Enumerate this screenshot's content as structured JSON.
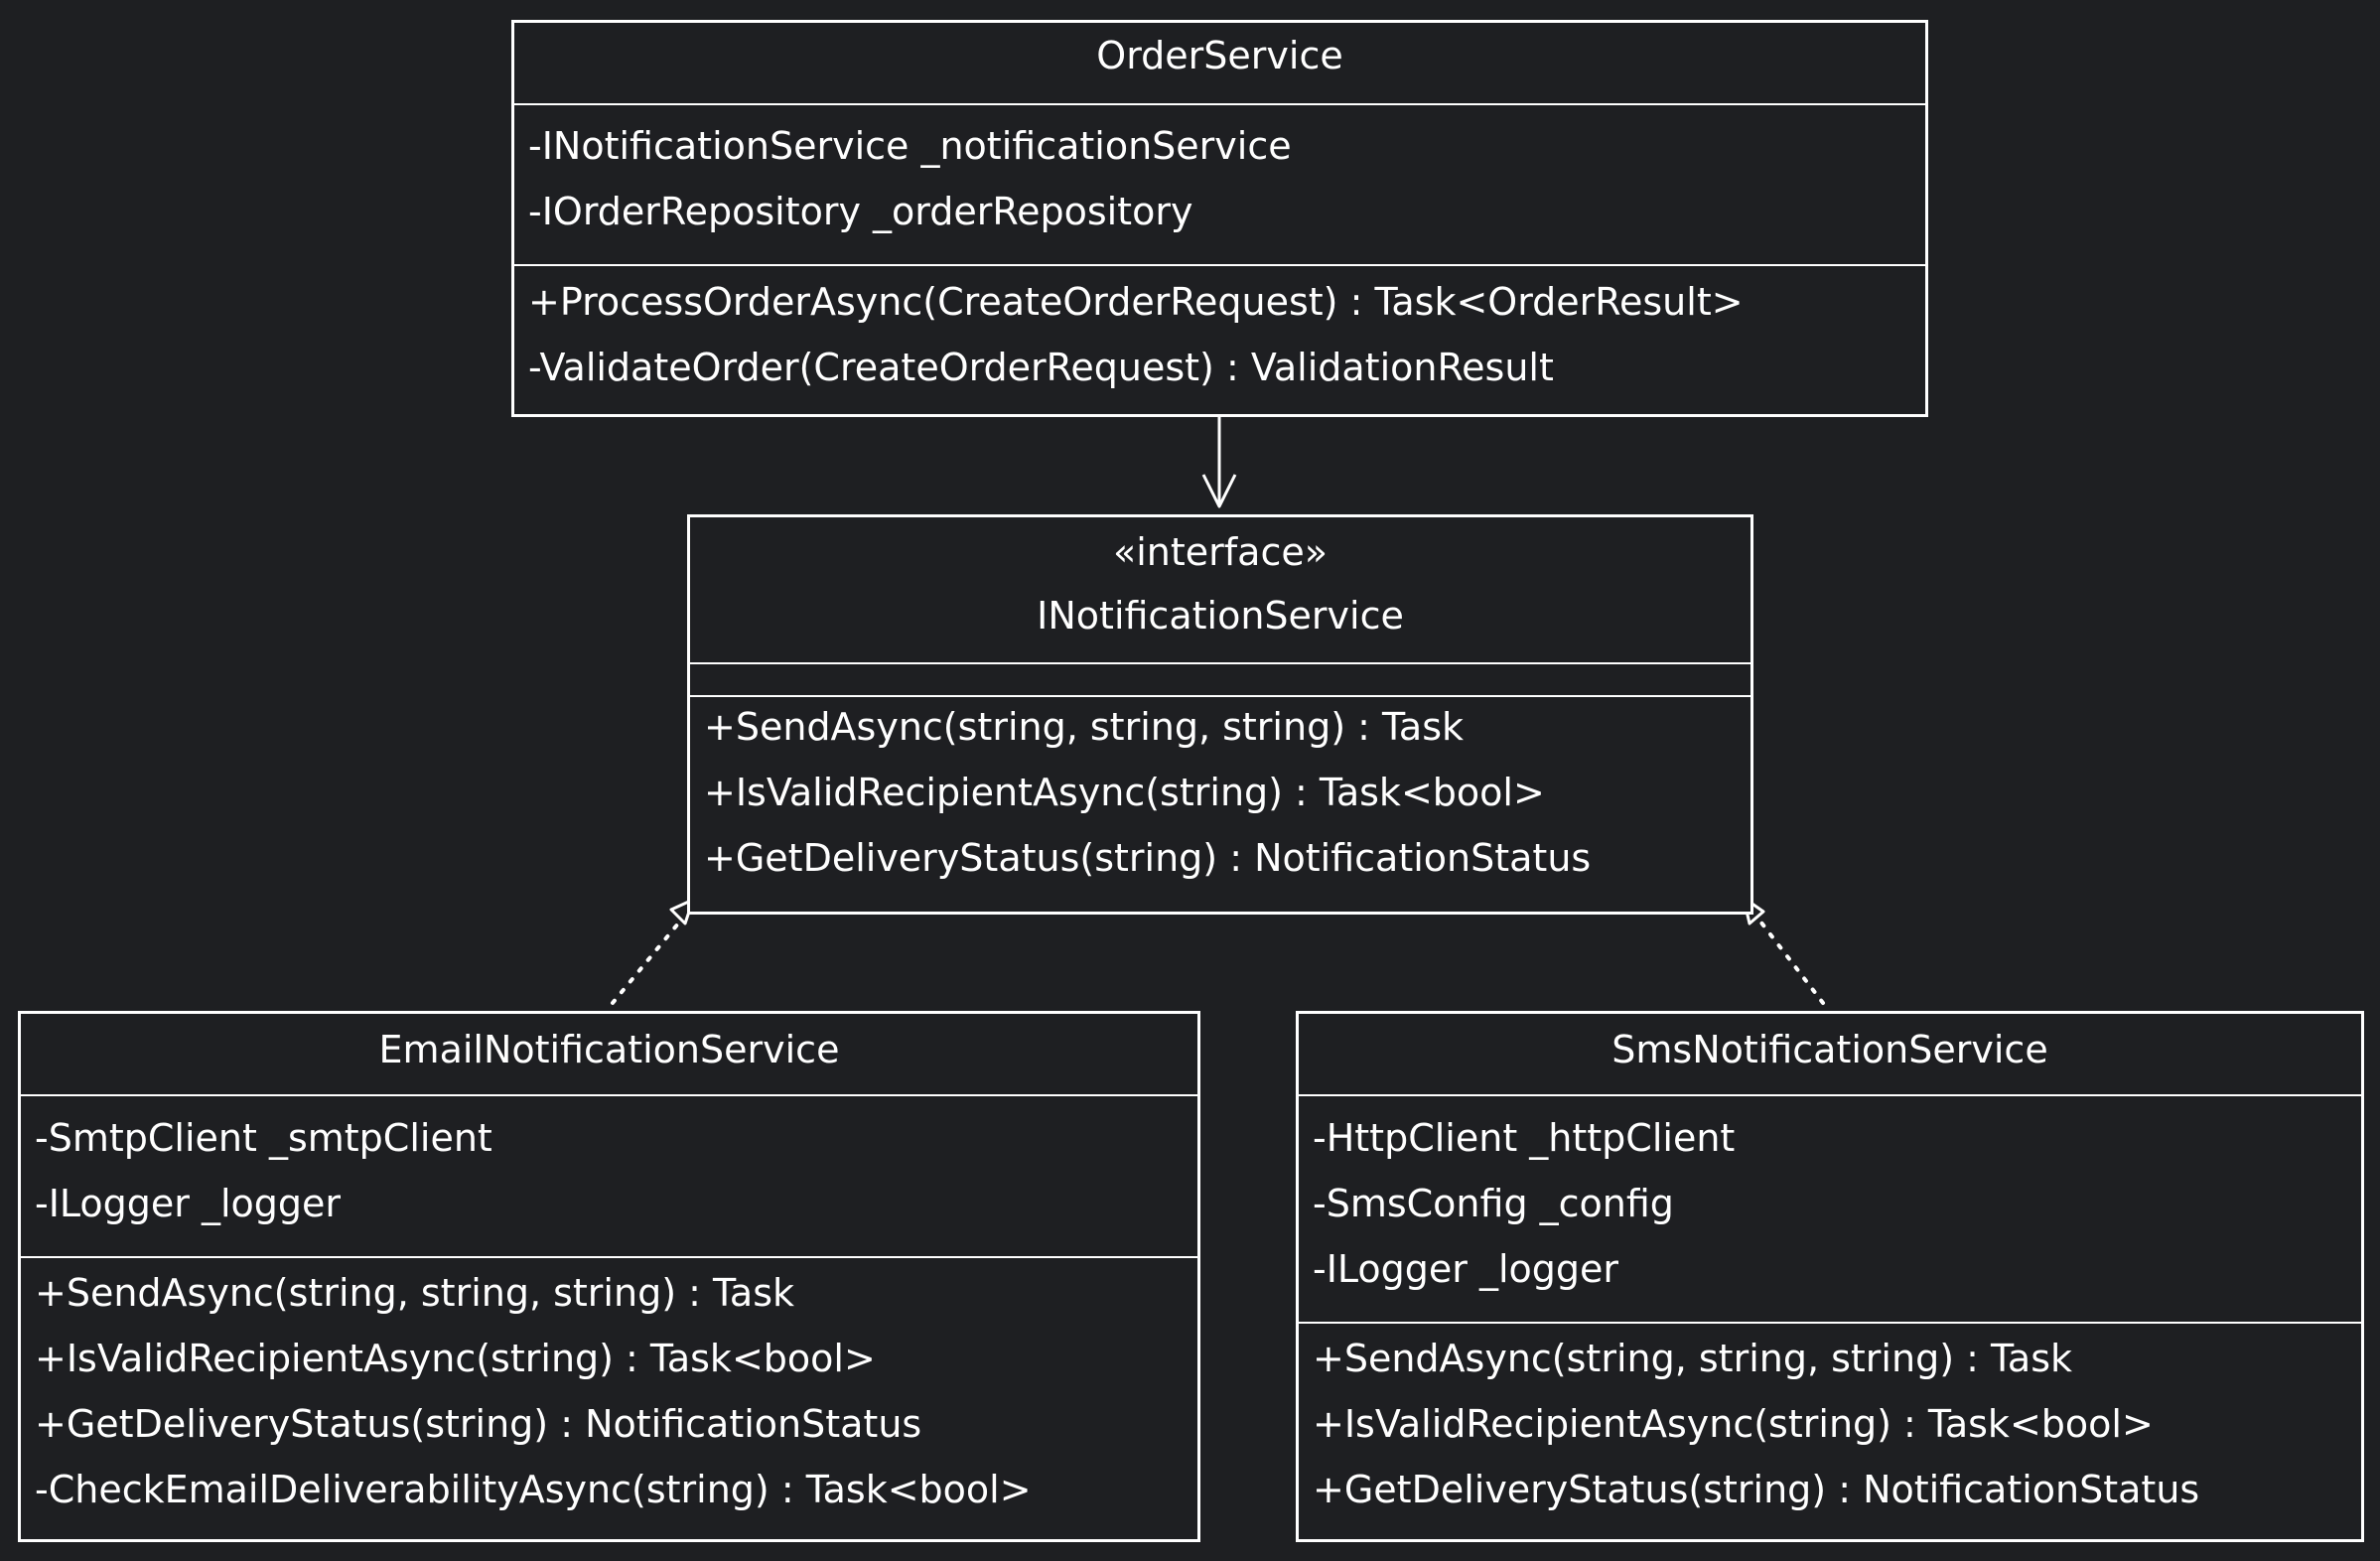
{
  "classes": {
    "order_service": {
      "name": "OrderService",
      "fields": [
        "-INotificationService _notificationService",
        "-IOrderRepository _orderRepository"
      ],
      "methods": [
        "+ProcessOrderAsync(CreateOrderRequest) : Task<OrderResult>",
        "-ValidateOrder(CreateOrderRequest) : ValidationResult"
      ]
    },
    "notification_interface": {
      "stereotype": "«interface»",
      "name": "INotificationService",
      "fields": [],
      "methods": [
        "+SendAsync(string, string, string) : Task",
        "+IsValidRecipientAsync(string) : Task<bool>",
        "+GetDeliveryStatus(string) : NotificationStatus"
      ]
    },
    "email_service": {
      "name": "EmailNotificationService",
      "fields": [
        "-SmtpClient _smtpClient",
        "-ILogger _logger"
      ],
      "methods": [
        "+SendAsync(string, string, string) : Task",
        "+IsValidRecipientAsync(string) : Task<bool>",
        "+GetDeliveryStatus(string) : NotificationStatus",
        "-CheckEmailDeliverabilityAsync(string) : Task<bool>"
      ]
    },
    "sms_service": {
      "name": "SmsNotificationService",
      "fields": [
        "-HttpClient _httpClient",
        "-SmsConfig _config",
        "-ILogger _logger"
      ],
      "methods": [
        "+SendAsync(string, string, string) : Task",
        "+IsValidRecipientAsync(string) : Task<bool>",
        "+GetDeliveryStatus(string) : NotificationStatus"
      ]
    }
  },
  "relationships": [
    {
      "from": "OrderService",
      "to": "INotificationService",
      "kind": "association"
    },
    {
      "from": "EmailNotificationService",
      "to": "INotificationService",
      "kind": "realization"
    },
    {
      "from": "SmsNotificationService",
      "to": "INotificationService",
      "kind": "realization"
    }
  ],
  "colors": {
    "background": "#1e1f22",
    "stroke": "#ffffff",
    "text": "#ffffff"
  }
}
